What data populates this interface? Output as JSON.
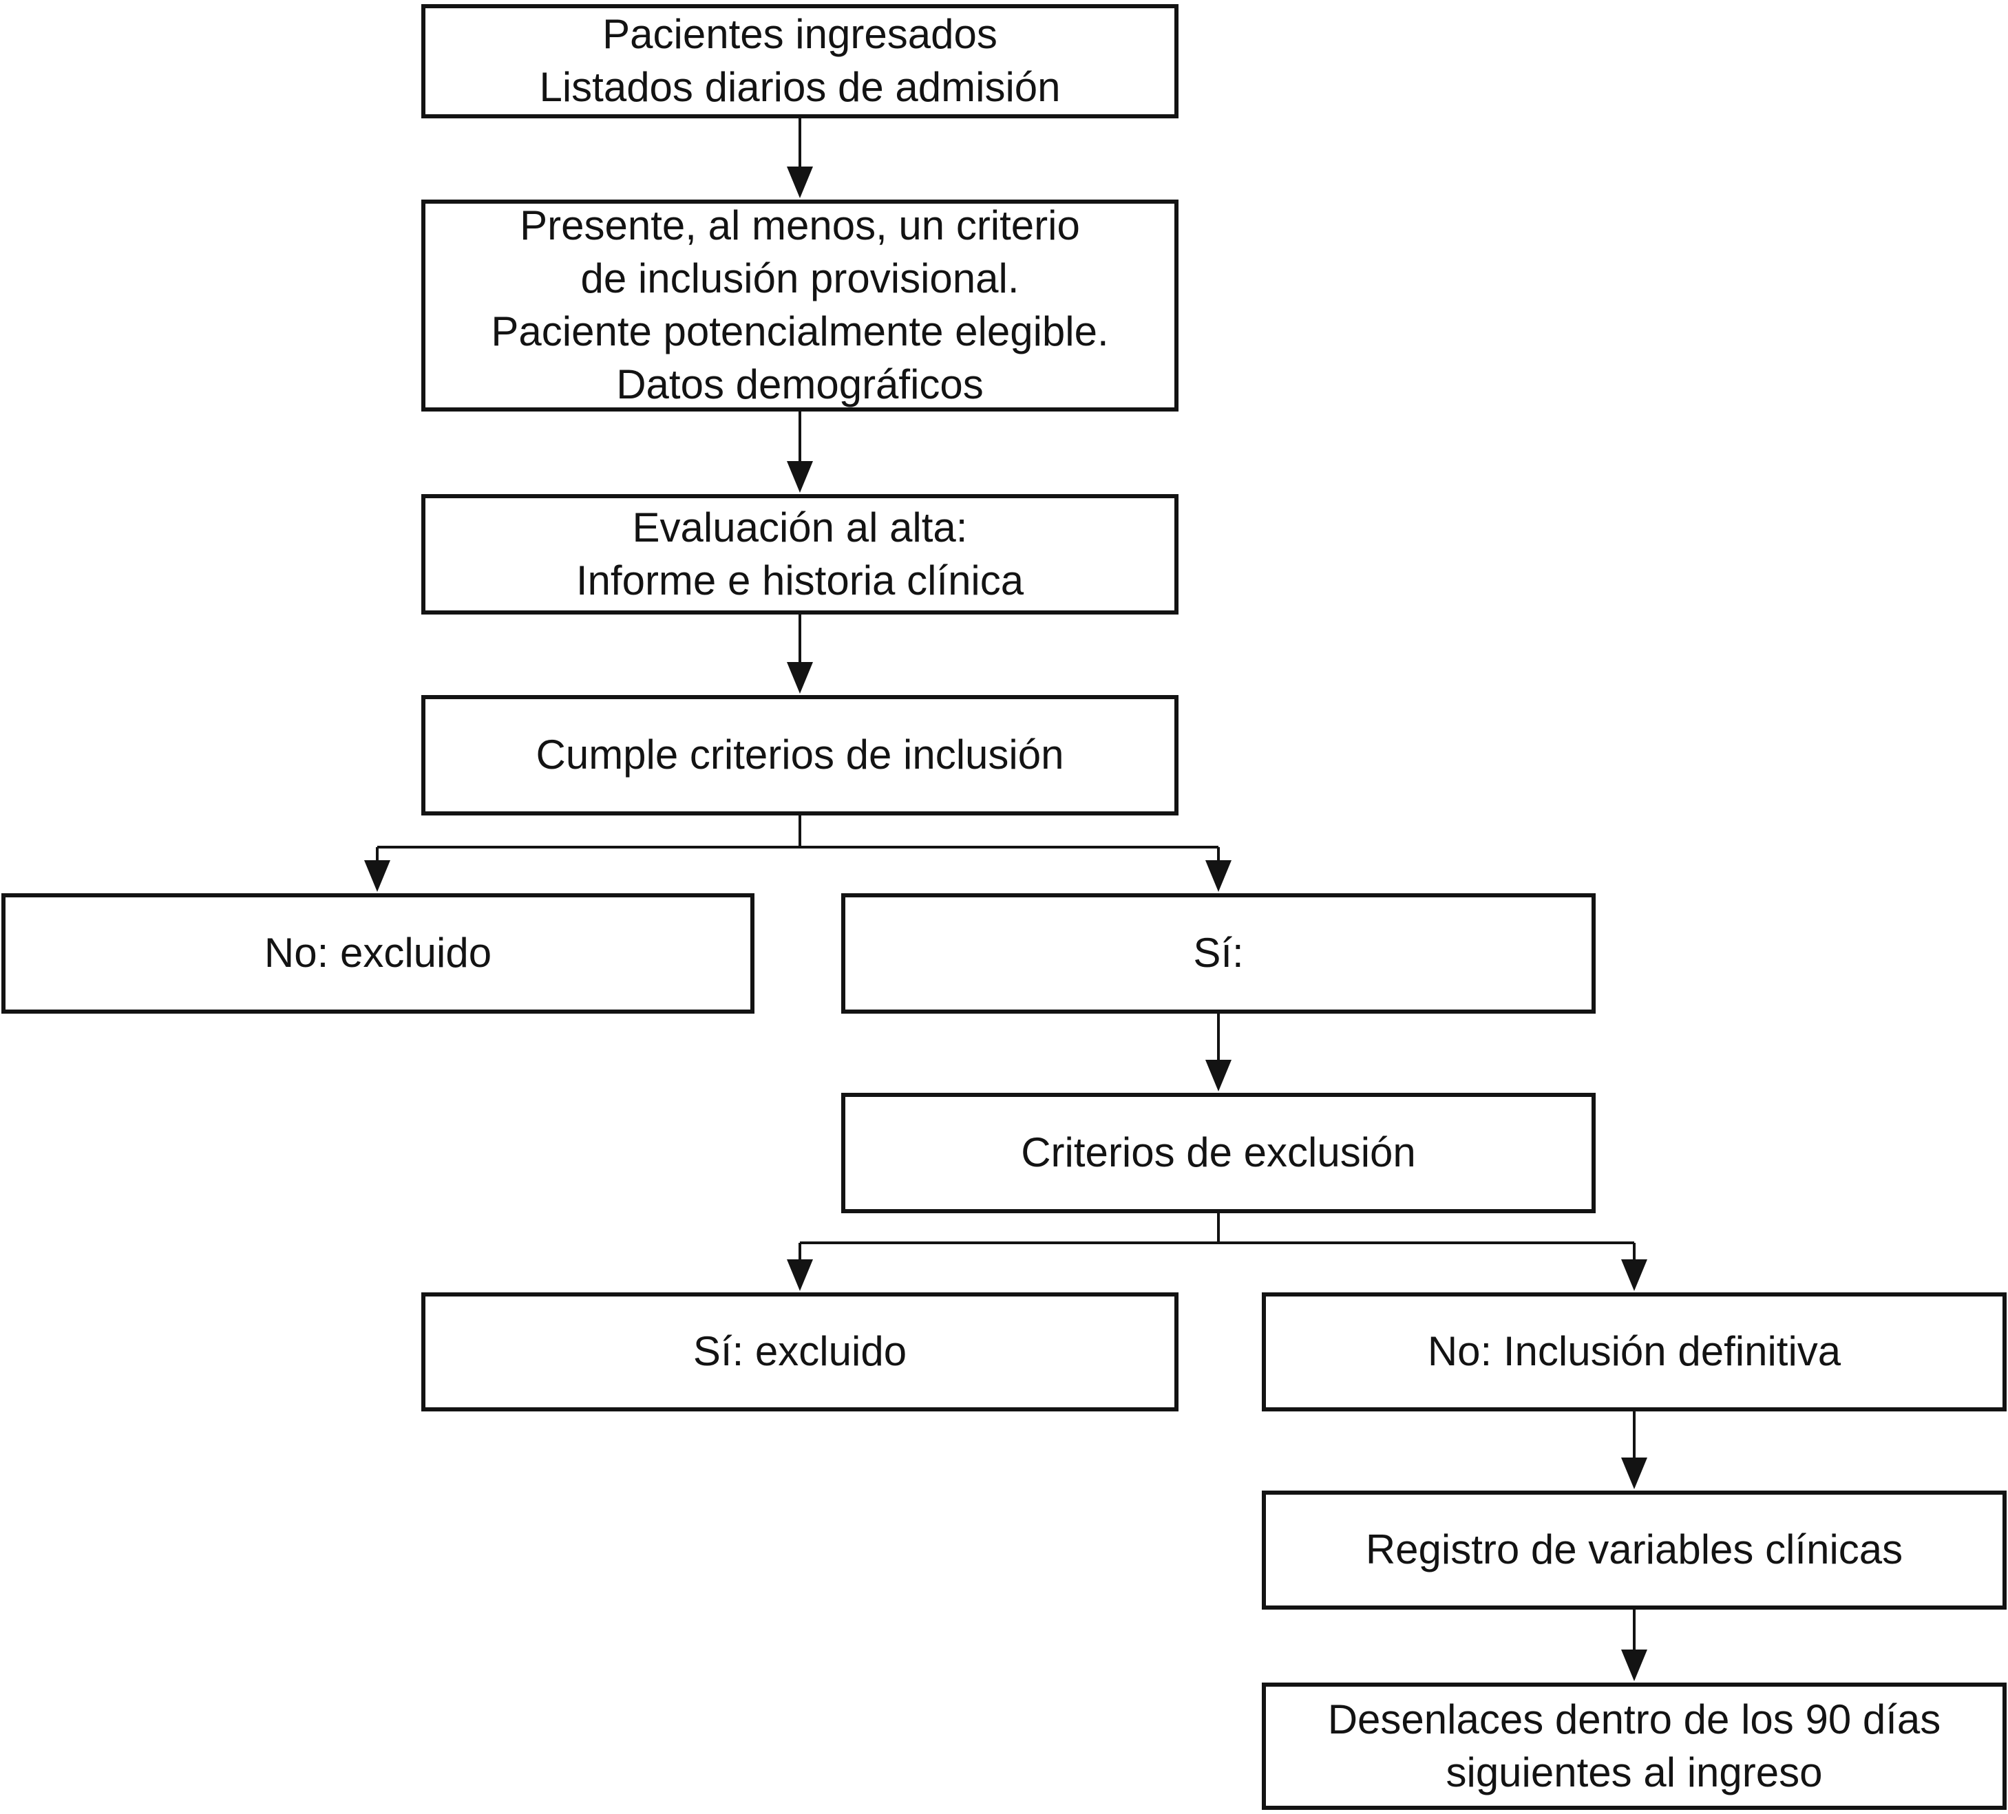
{
  "page": {
    "background_color": "#ffffff",
    "line_color": "#131313"
  },
  "flowchart": {
    "nodes": [
      {
        "id": "pacientes-ingresados",
        "label": "Pacientes ingresados\nListados diarios de admisión"
      },
      {
        "id": "criterio-inclusion-provisional",
        "label": "Presente, al menos, un criterio\nde inclusión provisional.\nPaciente potencialmente elegible.\nDatos demográficos"
      },
      {
        "id": "evaluacion-al-alta",
        "label": "Evaluación al alta:\nInforme e historia clínica"
      },
      {
        "id": "cumple-criterios-inclusion",
        "label": "Cumple criterios de inclusión"
      },
      {
        "id": "no-excluido",
        "label": "No: excluido"
      },
      {
        "id": "si",
        "label": "Sí:"
      },
      {
        "id": "criterios-exclusion",
        "label": "Criterios de exclusión"
      },
      {
        "id": "si-excluido",
        "label": "Sí: excluido"
      },
      {
        "id": "no-inclusion-definitiva",
        "label": "No: Inclusión definitiva"
      },
      {
        "id": "registro-variables-clinicas",
        "label": "Registro de variables clínicas"
      },
      {
        "id": "desenlaces-90-dias",
        "label": "Desenlaces dentro de los 90 días\nsiguientes al ingreso"
      }
    ],
    "edges": [
      {
        "from": "pacientes-ingresados",
        "to": "criterio-inclusion-provisional"
      },
      {
        "from": "criterio-inclusion-provisional",
        "to": "evaluacion-al-alta"
      },
      {
        "from": "evaluacion-al-alta",
        "to": "cumple-criterios-inclusion"
      },
      {
        "from": "cumple-criterios-inclusion",
        "to": "no-excluido"
      },
      {
        "from": "cumple-criterios-inclusion",
        "to": "si"
      },
      {
        "from": "si",
        "to": "criterios-exclusion"
      },
      {
        "from": "criterios-exclusion",
        "to": "si-excluido"
      },
      {
        "from": "criterios-exclusion",
        "to": "no-inclusion-definitiva"
      },
      {
        "from": "no-inclusion-definitiva",
        "to": "registro-variables-clinicas"
      },
      {
        "from": "registro-variables-clinicas",
        "to": "desenlaces-90-dias"
      }
    ]
  }
}
